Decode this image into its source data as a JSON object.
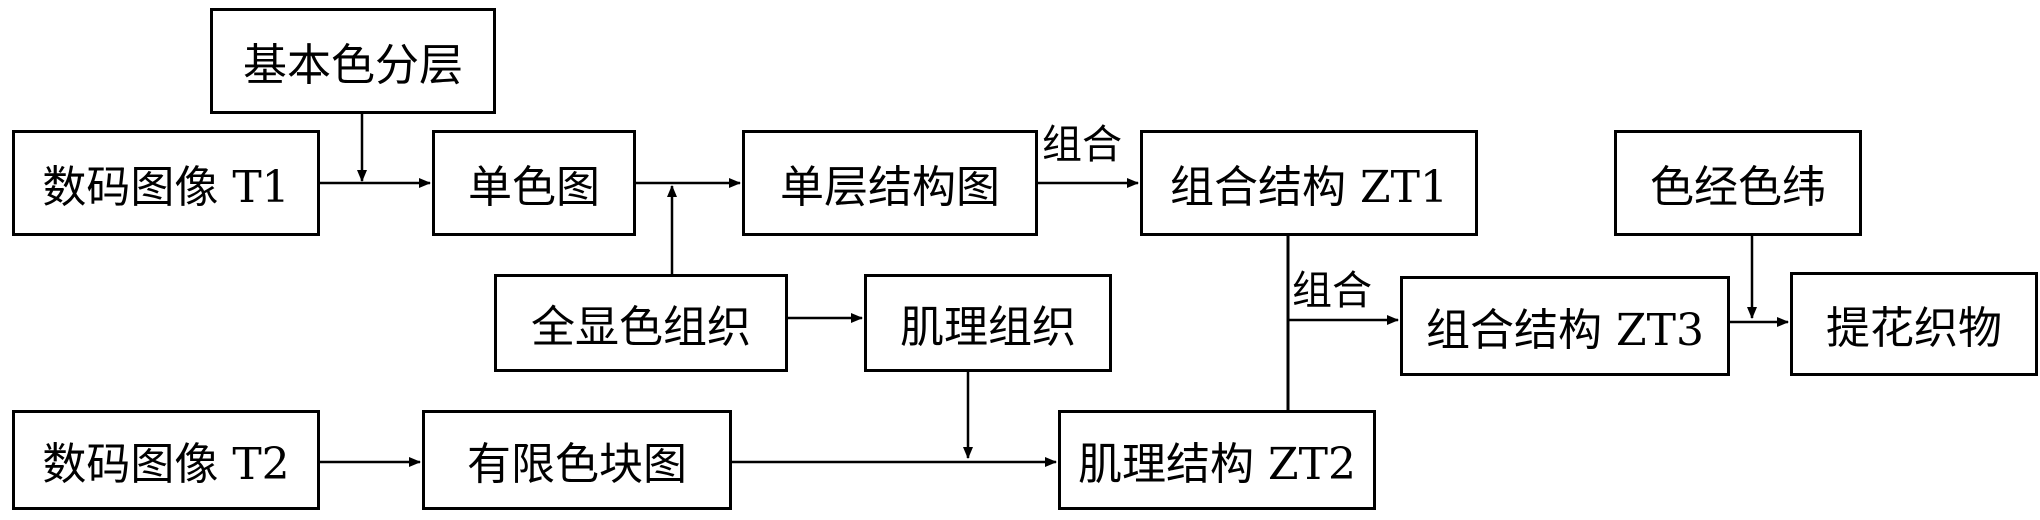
{
  "nodes": {
    "basic_color_layering": "基本色分层",
    "digital_image_t1": "数码图像 T1",
    "single_color_map": "单色图",
    "single_layer_structure": "单层结构图",
    "combined_structure_zt1": "组合结构 ZT1",
    "color_warp_weft": "色经色纬",
    "full_color_weave": "全显色组织",
    "texture_weave": "肌理组织",
    "combined_structure_zt3": "组合结构 ZT3",
    "jacquard_fabric": "提花织物",
    "digital_image_t2": "数码图像 T2",
    "limited_color_block": "有限色块图",
    "texture_structure_zt2": "肌理结构 ZT2"
  },
  "edge_labels": {
    "combine_1": "组合",
    "combine_2": "组合"
  }
}
